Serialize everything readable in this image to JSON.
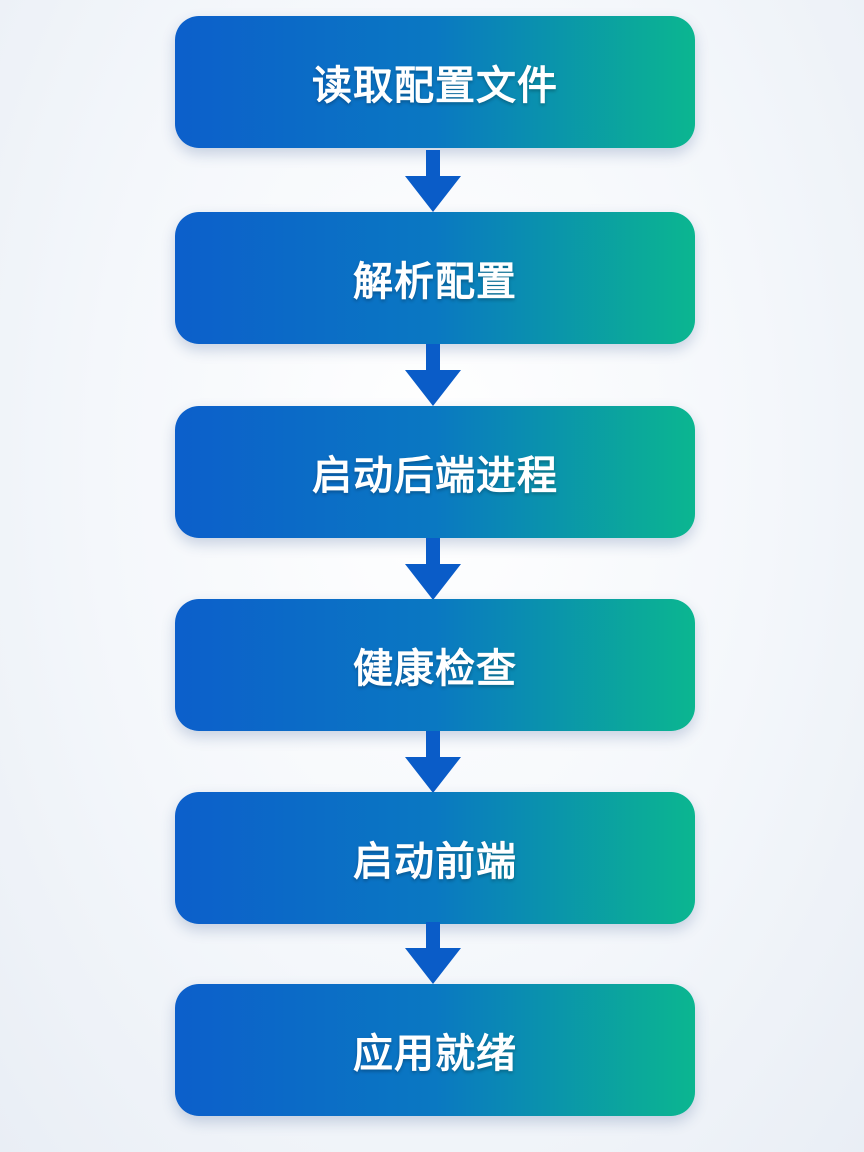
{
  "flowchart": {
    "steps": [
      {
        "label": "读取配置文件"
      },
      {
        "label": "解析配置"
      },
      {
        "label": "启动后端进程"
      },
      {
        "label": "健康检查"
      },
      {
        "label": "启动前端"
      },
      {
        "label": "应用就绪"
      }
    ]
  },
  "colors": {
    "box_gradient_start": "#0c5fcb",
    "box_gradient_mid": "#0a78c2",
    "box_gradient_end": "#0bb690",
    "arrow": "#0a5cc8",
    "label_text": "#ffffff",
    "background": "#f4f7fb"
  }
}
